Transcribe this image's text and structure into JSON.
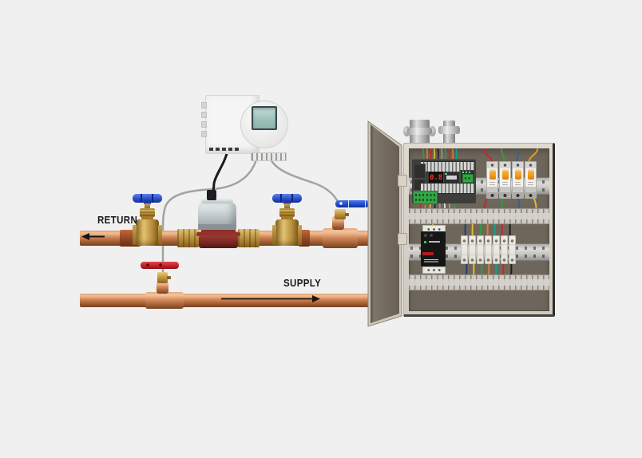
{
  "scene": {
    "background": "#f0f0f0"
  },
  "plumbing": {
    "return_label": "RETURN",
    "supply_label": "SUPPLY",
    "colors": {
      "copper_pipe": "#c87c4e",
      "brass_fitting": "#b99040",
      "meter_body_maroon": "#7e2824",
      "meter_register_silver": "#bfc7c9",
      "valve_handle_blue": "#2a50c8",
      "supply_sensor_tag_red": "#c2222c",
      "return_sensor_tag_blue": "#1e4fd2",
      "signal_cable_gray": "#a2a2a0",
      "meter_cable_black": "#1b1b1b"
    }
  },
  "controller": {
    "lcd_color": "#a9cbc3"
  },
  "cabinet": {
    "colors": {
      "frame": "#d7d3c9",
      "back_panel": "#6f665b",
      "door": "#756c61",
      "din_rail": "#c9c7c3",
      "cable_duct": "#cdcac4"
    },
    "plc": {
      "display_value": "0.8",
      "display_color": "#ff3020",
      "top_wires": [
        "#2d9e43",
        "#df7d22",
        "#c92525",
        "#e0bd2a",
        "#222222",
        "#9b9b9b",
        "#2d9e43",
        "#c92525",
        "#df7d22",
        "#12a089"
      ],
      "bottom_wires": [
        "#c92525",
        "#df7d22",
        "#e0bd2a",
        "#222222",
        "#9b9b9b",
        "#f0f0ee",
        "#e07da8",
        "#2d9e43"
      ]
    },
    "breakers": {
      "count": 4,
      "toggle_color": "#f3a01c",
      "top_wires": [
        "#c92525",
        "#2d9e43",
        "#2f6390",
        "#e39a1f"
      ],
      "bottom_wires": [
        "#c92525",
        "#2d9e43",
        "#2f6390",
        "#e0bd2a"
      ]
    },
    "power_supply": {
      "led_color": "#3ac24e",
      "top_wires": [
        "#2d9e43",
        "#e0bd2a"
      ],
      "bottom_wires": [
        "#2d9e43",
        "#b9b7b3"
      ]
    },
    "fuse_blocks": {
      "count": 7
    },
    "bus_wires": [
      "#223f6d",
      "#e0bd2a",
      "#2d9e43",
      "#df7d22",
      "#12a089",
      "#c92525",
      "#1f1f1f"
    ]
  }
}
